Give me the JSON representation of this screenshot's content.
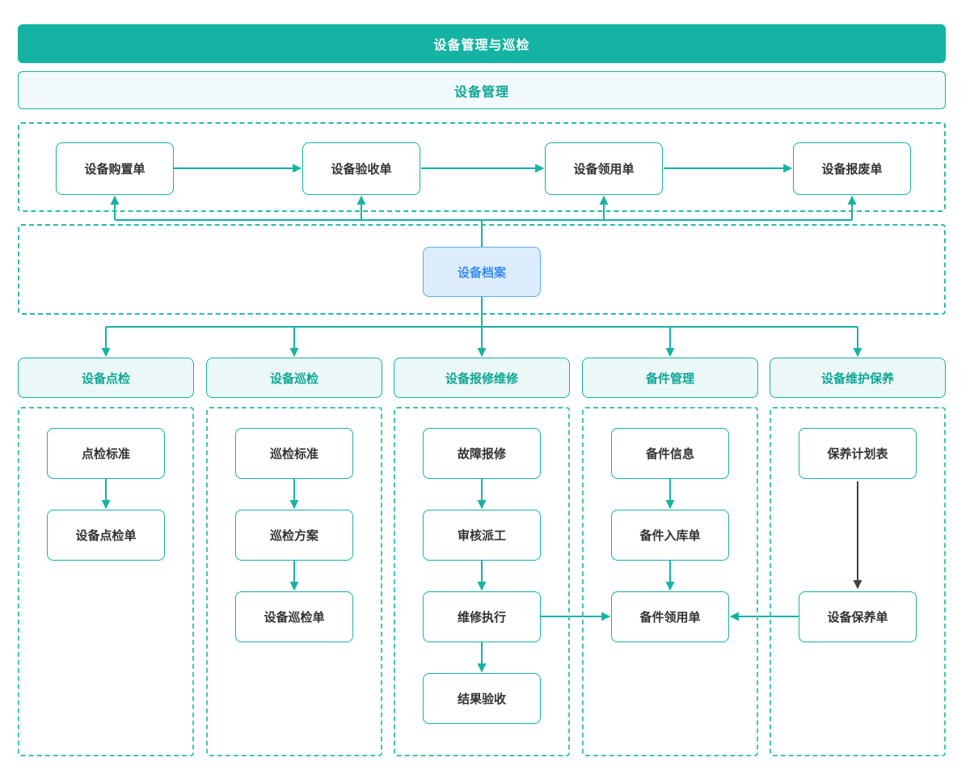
{
  "diagram": {
    "title": "设备管理与巡检",
    "section": "设备管理"
  },
  "top_flow": {
    "nodes": [
      "设备购置单",
      "设备验收单",
      "设备领用单",
      "设备报废单"
    ]
  },
  "archive": {
    "label": "设备档案"
  },
  "columns": [
    {
      "header": "设备点检",
      "nodes": [
        "点检标准",
        "设备点检单"
      ]
    },
    {
      "header": "设备巡检",
      "nodes": [
        "巡检标准",
        "巡检方案",
        "设备巡检单"
      ]
    },
    {
      "header": "设备报修维修",
      "nodes": [
        "故障报修",
        "审核派工",
        "维修执行",
        "结果验收"
      ]
    },
    {
      "header": "备件管理",
      "nodes": [
        "备件信息",
        "备件入库单",
        "备件领用单"
      ]
    },
    {
      "header": "设备维护保养",
      "nodes": [
        "保养计划表",
        "设备保养单"
      ]
    }
  ],
  "colors": {
    "accent_teal": "#14b3a3",
    "container_dash": "#26bcab",
    "column_dash": "#40c5b5",
    "node_text": "#333333",
    "banner_text": "#ffffff",
    "sub_banner_bg": "#f2f9fc",
    "header_bg": "#ecf7f8",
    "archive_bg": "#dcecfd",
    "archive_border": "#61a9f3",
    "archive_text": "#3b8cf0",
    "black_arrow": "#404040"
  }
}
